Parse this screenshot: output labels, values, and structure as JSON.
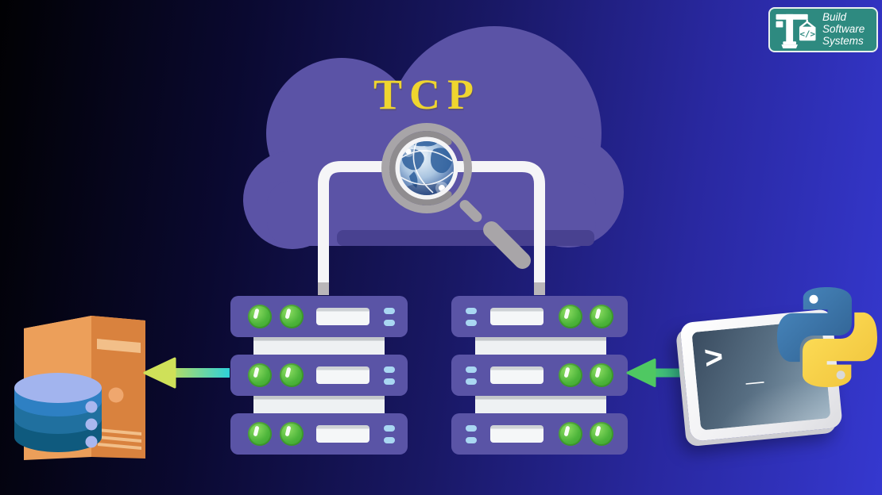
{
  "cloud": {
    "label": "TCP"
  },
  "brand_badge": {
    "line1": "Build",
    "line2": "Software",
    "line3": "Systems",
    "code_glyph": "</>"
  },
  "terminal": {
    "prompt": ">",
    "cursor": "_"
  },
  "icons": {
    "magnifier": "magnifying-glass over globe",
    "globe": "network-globe",
    "cloud": "cloud",
    "server_racks": "two 3-unit server racks",
    "database": "database-cylinder stack",
    "tower": "server-tower",
    "terminal": "terminal-monitor",
    "python": "python-logo",
    "crane": "construction-crane",
    "arrows": "two left-pointing gradient arrows"
  },
  "colors": {
    "background_left": "#010103",
    "background_right": "#3538cf",
    "cloud_purple": "#5b53a6",
    "cloud_shadow": "#484190",
    "accent_yellow": "#efd52f",
    "rack_purple": "#5a54a6",
    "led_green": "#4cb43a",
    "pill_blue": "#a9d7f2",
    "arrow_cyan": "#2ed1d8",
    "arrow_yellow_green": "#cfe159",
    "arrow_green": "#4fc862",
    "arrow_teal": "#2cb2a4",
    "tower_orange_light": "#ec9f5a",
    "tower_orange_dark": "#d9823e",
    "db_blue_light": "#a2b4ee",
    "db_blue": "#2e80c3",
    "db_teal_dark": "#0f5a7e",
    "python_blue": "#3b76a8",
    "python_yellow": "#ffd841",
    "badge_teal": "#2e8a80",
    "connector_white": "#f5f5f7",
    "magnifier_gray": "#a8a5a8"
  }
}
